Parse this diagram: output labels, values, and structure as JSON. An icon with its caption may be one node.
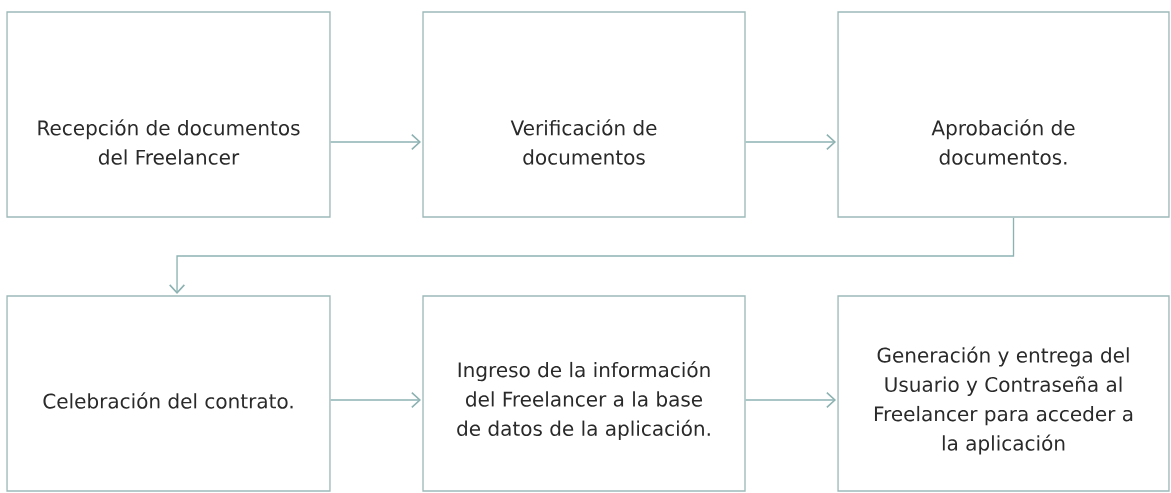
{
  "diagram": {
    "nodes": [
      {
        "text": [
          "Recepción de documentos del Freelancer"
        ]
      },
      {
        "text": [
          "Verificación de documentos"
        ]
      },
      {
        "text": [
          "Aprobación de documentos."
        ]
      },
      {
        "text": [
          "Celebración del contrato."
        ]
      },
      {
        "text": [
          "Ingreso de la información del Freelancer a la base de datos de la aplicación."
        ]
      },
      {
        "text": [
          "Generación y entrega del Usuario y Contraseña al Freelancer para acceder a la aplicación"
        ]
      }
    ],
    "edges": [
      {
        "from": 0,
        "to": 1,
        "arrow": "to"
      },
      {
        "from": 1,
        "to": 2,
        "arrow": "to"
      },
      {
        "from": 2,
        "to": 3,
        "arrow": "to"
      },
      {
        "from": 3,
        "to": 4,
        "arrow": "to"
      },
      {
        "from": 4,
        "to": 5,
        "arrow": "to"
      }
    ]
  }
}
